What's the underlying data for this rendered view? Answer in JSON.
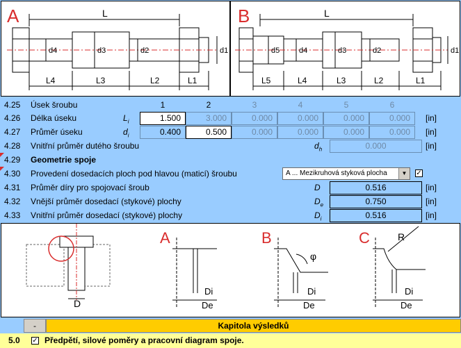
{
  "diagrams": {
    "top_left": {
      "letter": "A",
      "L": "L",
      "d4": "d4",
      "d3": "d3",
      "d2": "d2",
      "d1": "d1",
      "L4": "L4",
      "L3": "L3",
      "L2": "L2",
      "L1": "L1"
    },
    "top_right": {
      "letter": "B",
      "L": "L",
      "d5": "d5",
      "d4": "d4",
      "d3": "d3",
      "d2": "d2",
      "d1": "d1",
      "L5": "L5",
      "L4": "L4",
      "L3": "L3",
      "L2": "L2",
      "L1": "L1"
    },
    "bottom": {
      "D": "D",
      "A": "A",
      "B": "B",
      "C": "C",
      "R": "R",
      "phi": "φ",
      "Di": "Di",
      "De": "De"
    }
  },
  "rows": {
    "r425": {
      "num": "4.25",
      "label": "Úsek šroubu",
      "cols": [
        "1",
        "2",
        "3",
        "4",
        "5",
        "6"
      ]
    },
    "r426": {
      "num": "4.26",
      "label": "Délka úseku",
      "sym": "L",
      "sub": "i",
      "values": [
        "1.500",
        "3.000",
        "0.000",
        "0.000",
        "0.000",
        "0.000"
      ],
      "unit": "[in]"
    },
    "r427": {
      "num": "4.27",
      "label": "Průměr úseku",
      "sym": "d",
      "sub": "i",
      "values": [
        "0.400",
        "0.500",
        "0.000",
        "0.000",
        "0.000",
        "0.000"
      ],
      "unit": "[in]"
    },
    "r428": {
      "num": "4.28",
      "label": "Vnitřní průměr dutého šroubu",
      "sym": "d",
      "sub": "h",
      "value": "0.000",
      "unit": "[in]"
    },
    "r429": {
      "num": "4.29",
      "label": "Geometrie spoje"
    },
    "r430": {
      "num": "4.30",
      "label": "Provedení dosedacích ploch pod hlavou (maticí) šroubu",
      "select": "A ... Mezikruhová styková plocha",
      "checked": true
    },
    "r431": {
      "num": "4.31",
      "label": "Průměr díry pro spojovací šroub",
      "sym": "D",
      "value": "0.516",
      "unit": "[in]"
    },
    "r432": {
      "num": "4.32",
      "label": "Vnější průměr dosedací (stykové) plochy",
      "sym": "D",
      "sub": "e",
      "value": "0.750",
      "unit": "[in]"
    },
    "r433": {
      "num": "4.33",
      "label": "Vnitřní průměr dosedací (stykové) plochy",
      "sym": "D",
      "sub": "i",
      "value": "0.516",
      "unit": "[in]"
    }
  },
  "footer": {
    "collapse": "-",
    "chapter": "Kapitola výsledků",
    "num": "5.0",
    "checked": true,
    "text": "Předpětí, silové poměry a pracovní diagram spoje."
  }
}
